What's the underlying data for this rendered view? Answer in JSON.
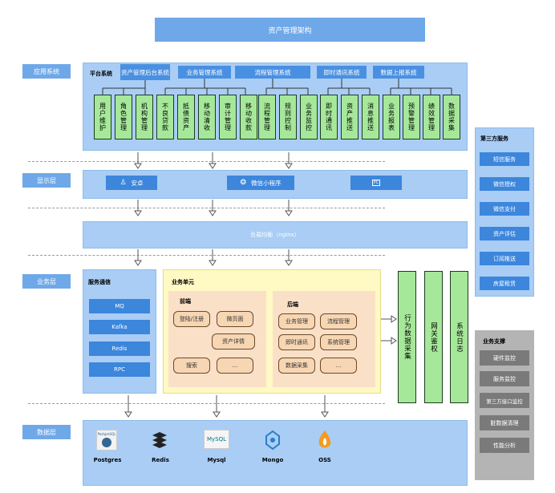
{
  "title": "资产管理架构",
  "layers": {
    "app": "应用系统",
    "display": "显示层",
    "business": "业务层",
    "data": "数据层"
  },
  "app": {
    "platform_label": "平台系统",
    "systems": [
      "资产管理后台系统",
      "业务管理系统",
      "流程管理系统",
      "即时通讯系统",
      "数据上报系统"
    ],
    "modules": [
      "用户维护",
      "角色管理",
      "机构管理",
      "不良贷款",
      "抵债资产",
      "移动清收",
      "审计管理",
      "移动收款",
      "流程管理",
      "规则控制",
      "业务监控",
      "即时通讯",
      "资产推送",
      "消息推送",
      "业务报表",
      "预警管理",
      "绩效管理",
      "数据采集"
    ]
  },
  "display": {
    "android": "安卓",
    "wechat": "微信小程序",
    "pc": "PC"
  },
  "lb": "负载均衡（nginx）",
  "service_comm": {
    "title": "服务通信",
    "items": [
      "MQ",
      "Kafka",
      "Redis",
      "RPC"
    ]
  },
  "business_unit": {
    "title": "业务单元",
    "frontend": {
      "title": "前端",
      "items": [
        "登陆/注册",
        "微页面",
        "资产详情",
        "搜索",
        "..."
      ]
    },
    "backend": {
      "title": "后端",
      "items": [
        "业务管理",
        "流程管理",
        "即时通讯",
        "系统管理",
        "数据采集",
        "..."
      ]
    }
  },
  "vertical": [
    "行为数据采集",
    "网关鉴权",
    "系统日志"
  ],
  "third_party": {
    "title": "第三方服务",
    "items": [
      "短信服务",
      "微信授权",
      "微信支付",
      "资产评估",
      "订阅推送",
      "房屋租赁"
    ]
  },
  "support": {
    "title": "业务支撑",
    "items": [
      "硬件监控",
      "服务监控",
      "第三方接口监控",
      "脏数据清理",
      "性能分析"
    ]
  },
  "databases": [
    "Postgres",
    "Redis",
    "Mysql",
    "Mongo",
    "OSS"
  ],
  "db_logo_text": {
    "postgres": "PostgreSQL",
    "mysql": "MySQL"
  },
  "colors": {
    "title_bg": "#6fa8e8",
    "panel_bg": "#a9cdf5",
    "module_green": "#a6e89a",
    "pill_orange": "#f7d6b4",
    "support_gray": "#7a7a7a"
  }
}
